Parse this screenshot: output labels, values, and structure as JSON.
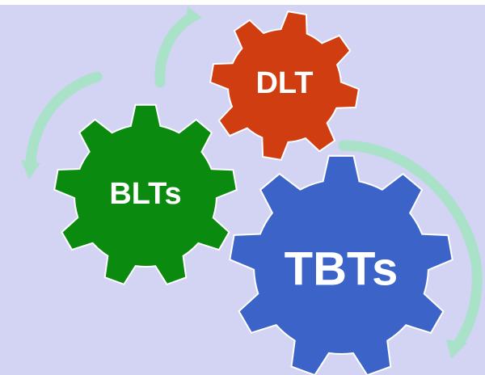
{
  "colors": {
    "background": "#d3d3f3",
    "arrow": "#a9e2c9",
    "gear_outline": "#ffffff"
  },
  "gears": [
    {
      "id": "dlt",
      "label": "DLT",
      "color": "#d03d10"
    },
    {
      "id": "blts",
      "label": "BLTs",
      "color": "#0b8a10"
    },
    {
      "id": "tbts",
      "label": "TBTs",
      "color": "#3c64c8"
    }
  ]
}
